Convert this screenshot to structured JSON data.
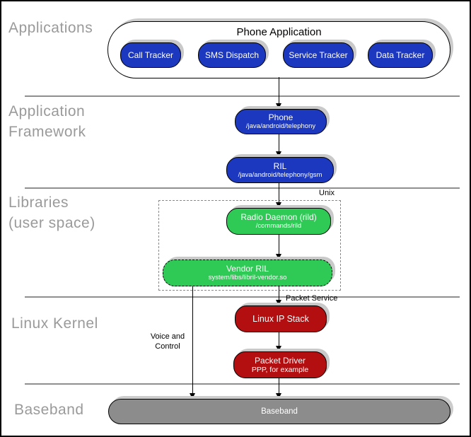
{
  "sections": {
    "applications": {
      "label": "Applications"
    },
    "framework": {
      "label_line1": "Application",
      "label_line2": "Framework"
    },
    "libraries": {
      "label_line1": "Libraries",
      "label_line2": "(user space)"
    },
    "kernel": {
      "label": "Linux Kernel"
    },
    "baseband": {
      "label": "Baseband"
    }
  },
  "applications_layer": {
    "container_title": "Phone Application",
    "pills": [
      {
        "label": "Call Tracker"
      },
      {
        "label": "SMS Dispatch"
      },
      {
        "label": "Service Tracker"
      },
      {
        "label": "Data Tracker"
      }
    ]
  },
  "framework_layer": {
    "phone": {
      "label": "Phone",
      "path": "/java/android/telephony"
    },
    "ril": {
      "label": "RIL",
      "path": "/java/android/telephony/gsm"
    }
  },
  "libraries_layer": {
    "unix_label": "Unix",
    "radio_daemon": {
      "label": "Radio Daemon (rild)",
      "path": "/commands/rild"
    },
    "vendor_ril": {
      "label": "Vendor RIL",
      "path": "system/libs/libril-vendor.so"
    }
  },
  "kernel_layer": {
    "ip_stack": {
      "label": "Linux IP Stack"
    },
    "packet_driver": {
      "label": "Packet Driver",
      "subtitle": "PPP, for example"
    }
  },
  "baseband_layer": {
    "bar_label": "Baseband"
  },
  "edge_labels": {
    "packet_service": "Packet Service",
    "voice_control_line1": "Voice and",
    "voice_control_line2": "Control"
  },
  "colors": {
    "node_blue": "#1c38be",
    "node_green": "#2eca55",
    "node_red": "#b30e10",
    "baseband_gray": "#8c8c8c",
    "shadow_gray": "#c9c9c9",
    "section_label_gray": "#9a9a9a",
    "divider_gray": "#8f8f8f"
  }
}
